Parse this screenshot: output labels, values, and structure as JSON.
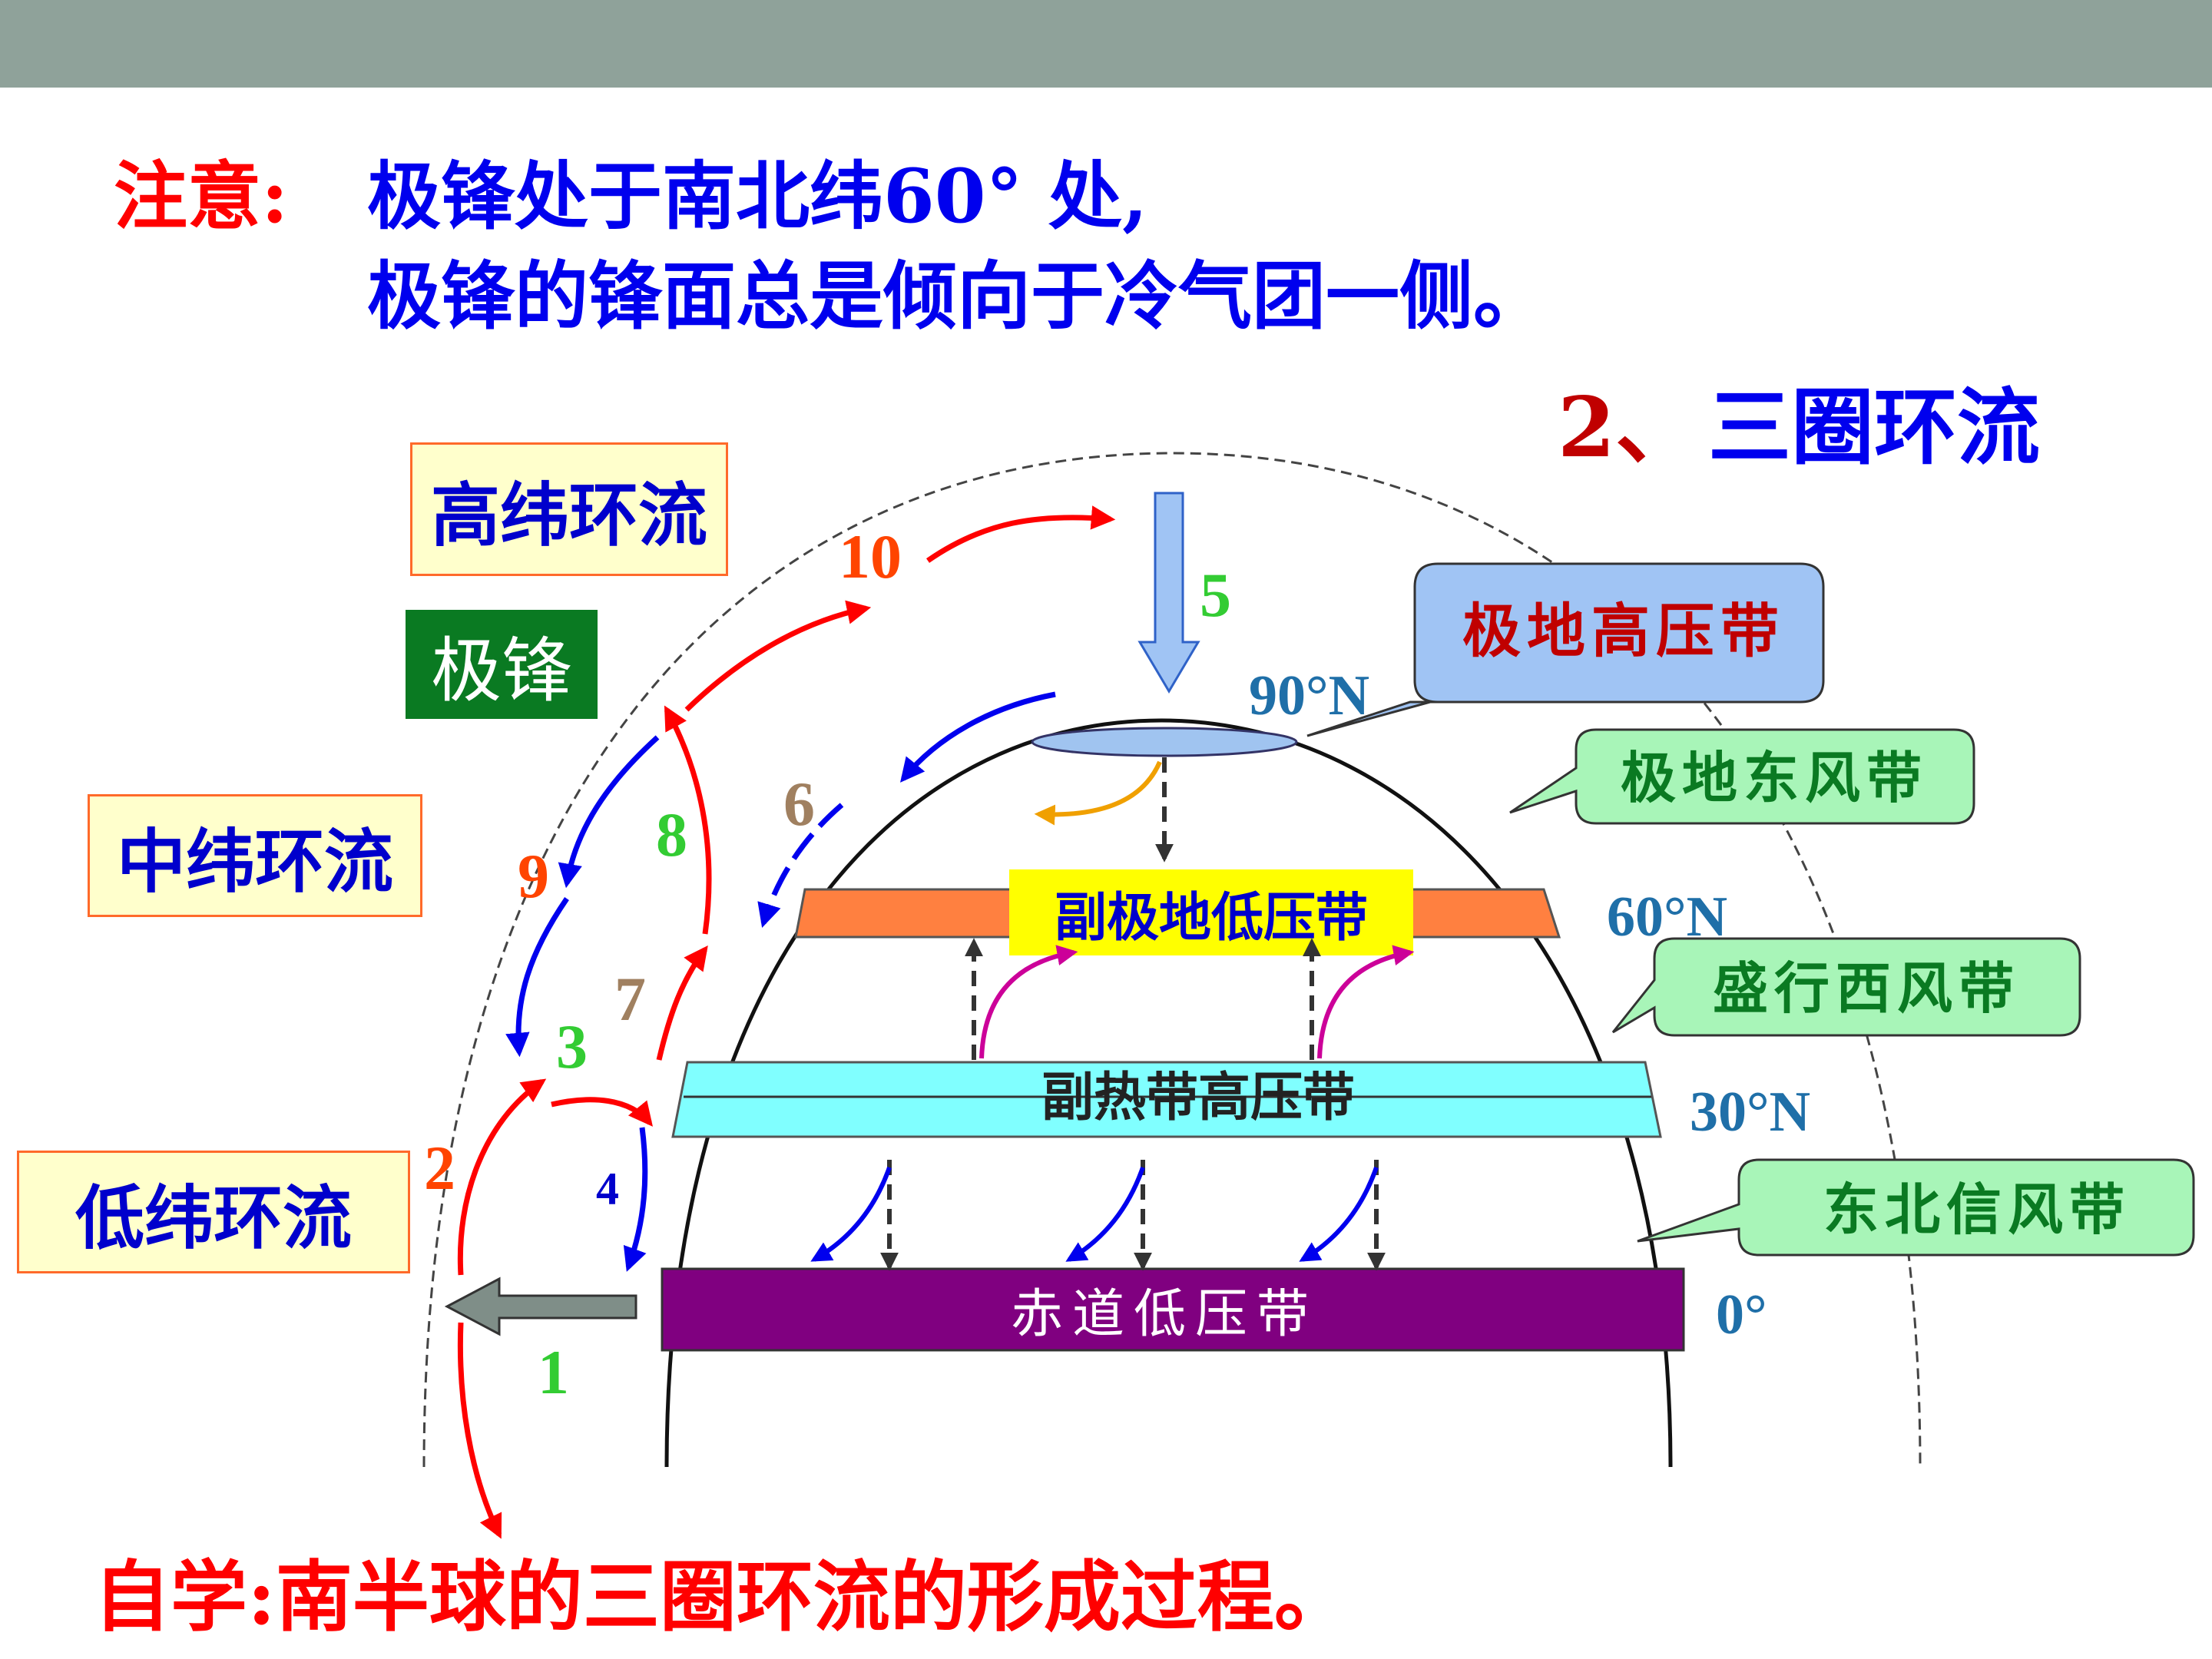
{
  "header": {
    "note_label": "注意:",
    "note_line1": "极锋处于南北纬60° 处,",
    "note_line2": "极锋的锋面总是倾向于冷气团一侧。"
  },
  "section": {
    "number": "2、",
    "title": "三圈环流"
  },
  "circulation_labels": {
    "high": "高纬环流",
    "middle": "中纬环流",
    "low": "低纬环流",
    "polar_front": "极锋"
  },
  "pressure_belts": {
    "polar_high": "极地高压带",
    "subpolar_low": "副极地低压带",
    "subtropical_high": "副热带高压带",
    "equatorial_low": "赤道低压带"
  },
  "wind_belts": {
    "polar_easterlies": "极地东风带",
    "westerlies": "盛行西风带",
    "ne_trades": "东北信风带"
  },
  "latitudes": {
    "lat90": "90°N",
    "lat60": "60°N",
    "lat30": "30°N",
    "lat0": "0°"
  },
  "step_numbers": {
    "n1": "1",
    "n2": "2",
    "n3": "3",
    "n4": "4",
    "n5": "5",
    "n6": "6",
    "n7": "7",
    "n8": "8",
    "n9": "9",
    "n10": "10"
  },
  "footer": {
    "self_study": "自学:南半球的三圈环流的形成过程。"
  },
  "colors": {
    "topbar": "#8fa29a",
    "red_arrow": "#ff0000",
    "blue_arrow": "#0000ee",
    "subpolar_low_bar": "#ff8040",
    "subpolar_label_bg": "#ffff00",
    "subtropical_bar": "#80ffff",
    "equatorial_bar": "#800080",
    "polar_cap": "#a0c4f0",
    "lat_text": "#1f6fa8",
    "green_callout": "#a8f5b8",
    "green_text": "#0a7a22",
    "blue_callout": "#a0c4f4",
    "dark_red_text": "#c00000"
  }
}
